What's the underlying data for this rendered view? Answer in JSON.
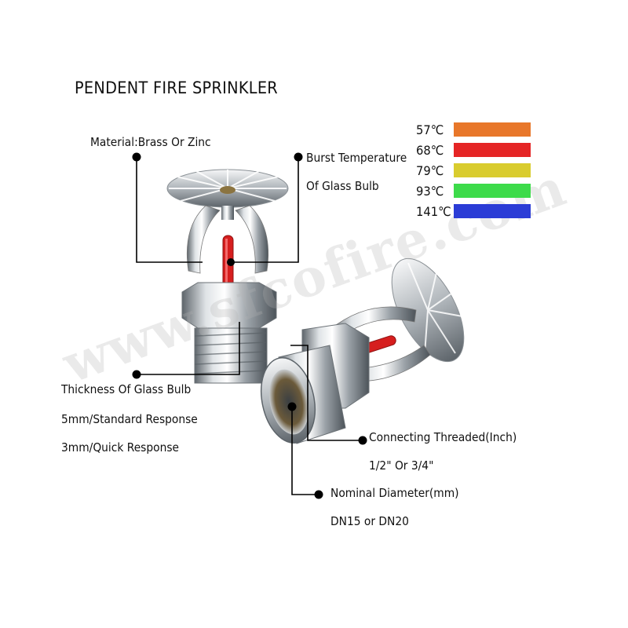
{
  "title": "PENDENT FIRE SPRINKLER",
  "watermark": "www.sfcofire.com",
  "labels": {
    "material": "Material:Brass Or Zinc",
    "burst_1": "Burst Temperature",
    "burst_2": "Of Glass Bulb",
    "thickness": "Thickness Of Glass Bulb",
    "standard": "5mm/Standard Response",
    "quick": "3mm/Quick Response",
    "connecting": "Connecting Threaded(Inch)",
    "connecting_value": "1/2\" Or 3/4\"",
    "nominal": "Nominal Diameter(mm)",
    "nominal_value": "DN15 or DN20"
  },
  "legend": [
    {
      "temp": "57℃",
      "color": "#e8772a"
    },
    {
      "temp": "68℃",
      "color": "#e52525"
    },
    {
      "temp": "79℃",
      "color": "#d9cc2e"
    },
    {
      "temp": "93℃",
      "color": "#3ddb4a"
    },
    {
      "temp": "141℃",
      "color": "#2b3cd6"
    }
  ],
  "colors": {
    "metal_light": "#e6e9ec",
    "metal_dark": "#6f767c",
    "bulb": "#d61e1e"
  }
}
